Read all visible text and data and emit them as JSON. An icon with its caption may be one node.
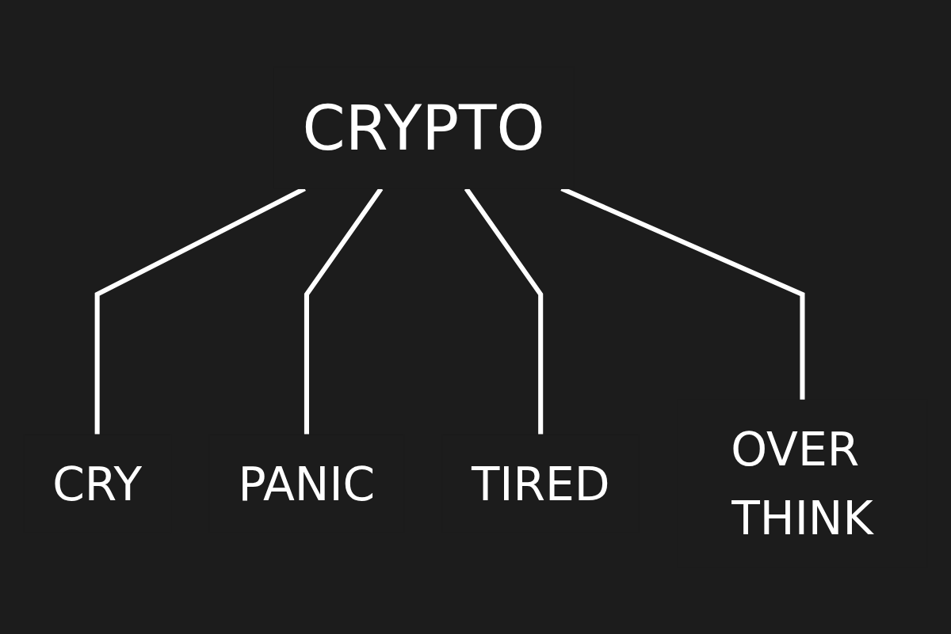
{
  "diagram": {
    "nodes": [
      {
        "text": [
          "CRYPTO"
        ]
      },
      {
        "text": [
          "CRY"
        ]
      },
      {
        "text": [
          "PANIC"
        ]
      },
      {
        "text": [
          "TIRED"
        ]
      },
      {
        "text": [
          "OVER THINK"
        ]
      }
    ],
    "edges": [
      {
        "from": 0,
        "to": 1,
        "arrow": "none"
      },
      {
        "from": 0,
        "to": 2,
        "arrow": "none"
      },
      {
        "from": 0,
        "to": 3,
        "arrow": "none"
      },
      {
        "from": 0,
        "to": 4,
        "arrow": "none"
      }
    ]
  }
}
